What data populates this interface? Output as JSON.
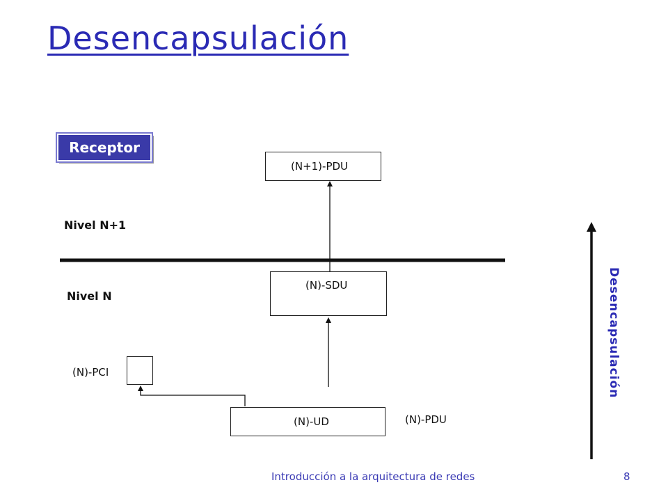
{
  "slide": {
    "title": "Desencapsulación",
    "badge": "Receptor",
    "level_upper": "Nivel N+1",
    "level_lower": "Nivel N",
    "boxes": {
      "upper_pdu": "(N+1)-PDU",
      "sdu": "(N)-SDU",
      "pci": "(N)-PCI",
      "ud": "(N)-UD",
      "pdu": "(N)-PDU"
    },
    "side_label": "Desencapsulación",
    "footer_text": "Introducción a la arquitectura de redes",
    "page_number": "8"
  },
  "colors": {
    "title": "#2a2ab4",
    "badge_bg": "#3a3aa8",
    "badge_text": "#ffffff",
    "footer": "#3a3ab4",
    "lines": "#111111"
  }
}
